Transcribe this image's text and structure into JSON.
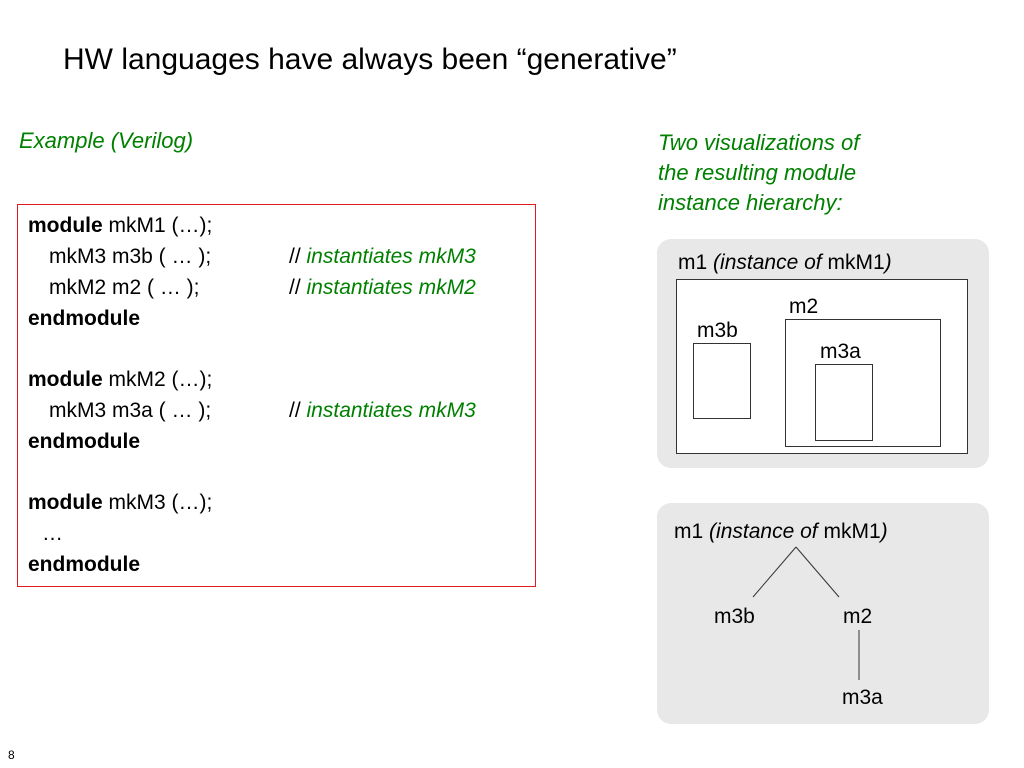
{
  "slide": {
    "title": "HW languages have always been “generative”",
    "page_number": "8"
  },
  "example": {
    "heading": "Example (Verilog)",
    "code": [
      {
        "kw": "module",
        "rest": " mkM1 (…);"
      },
      {
        "text": "mkM3 m3b ( … );",
        "comment_slashes": "//",
        "comment": "instantiates mkM3"
      },
      {
        "text": "mkM2 m2 ( … );",
        "comment_slashes": "//",
        "comment": "instantiates mkM2"
      },
      {
        "kw": "endmodule"
      },
      {
        "kw": "module",
        "rest": " mkM2 (…);"
      },
      {
        "text": "mkM3 m3a ( … );",
        "comment_slashes": "//",
        "comment": "instantiates mkM3"
      },
      {
        "kw": "endmodule"
      },
      {
        "kw": "module",
        "rest": " mkM3 (…);"
      },
      {
        "text": "…"
      },
      {
        "kw": "endmodule"
      }
    ]
  },
  "visualizations": {
    "heading_lines": [
      "Two visualizations of",
      "the resulting module",
      "instance hierarchy:"
    ],
    "nested": {
      "root_name": "m1",
      "root_paren_open": "(",
      "root_instance_of": "instance of",
      "root_module": "mkM1",
      "root_paren_close": ")",
      "m2_label": "m2",
      "m3b_label": "m3b",
      "m3a_label": "m3a"
    },
    "tree": {
      "root_name": "m1",
      "root_paren_open": "(",
      "root_instance_of": "instance of",
      "root_module": "mkM1",
      "root_paren_close": ")",
      "m3b_label": "m3b",
      "m2_label": "m2",
      "m3a_label": "m3a"
    }
  },
  "colors": {
    "accent_green": "#008000",
    "code_border_red": "#e51a1a",
    "panel_gray": "#e8e8e8"
  }
}
